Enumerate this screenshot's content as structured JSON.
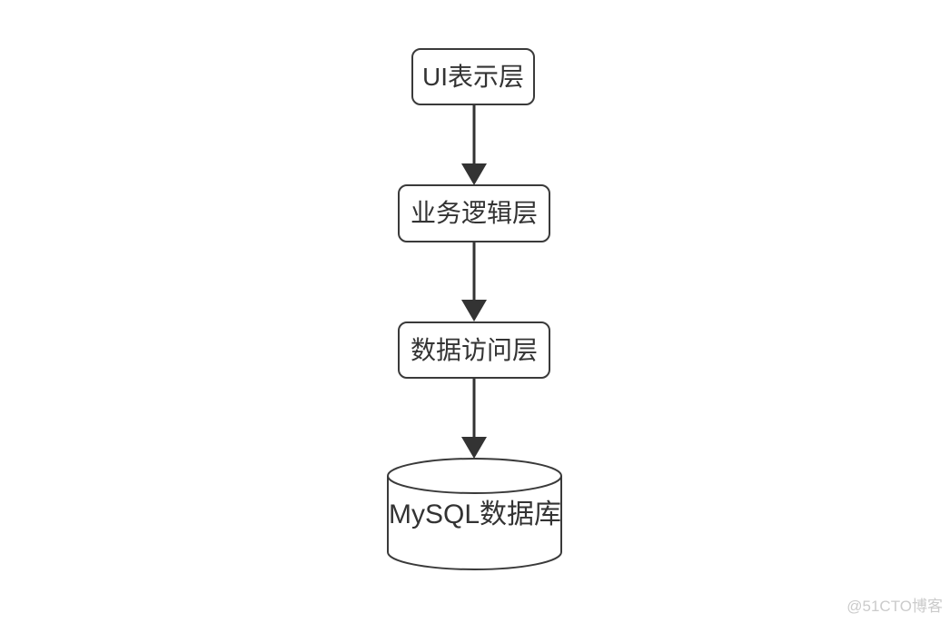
{
  "page": {
    "background_color": "#ffffff",
    "stroke_color": "#3a3a3a",
    "text_color": "#333333"
  },
  "diagram": {
    "type": "flowchart",
    "direction": "top-to-bottom",
    "nodes": [
      {
        "id": "ui-layer",
        "label": "UI表示层",
        "shape": "rounded-rect"
      },
      {
        "id": "business-layer",
        "label": "业务逻辑层",
        "shape": "rounded-rect"
      },
      {
        "id": "data-access-layer",
        "label": "数据访问层",
        "shape": "rounded-rect"
      },
      {
        "id": "mysql-database",
        "label": "MySQL数据库",
        "shape": "cylinder"
      }
    ],
    "edges": [
      {
        "from": "ui-layer",
        "to": "business-layer",
        "style": "solid-arrow"
      },
      {
        "from": "business-layer",
        "to": "data-access-layer",
        "style": "solid-arrow"
      },
      {
        "from": "data-access-layer",
        "to": "mysql-database",
        "style": "solid-arrow"
      }
    ]
  },
  "watermark": {
    "text": "@51CTO博客",
    "color": "#cbcbcb"
  }
}
